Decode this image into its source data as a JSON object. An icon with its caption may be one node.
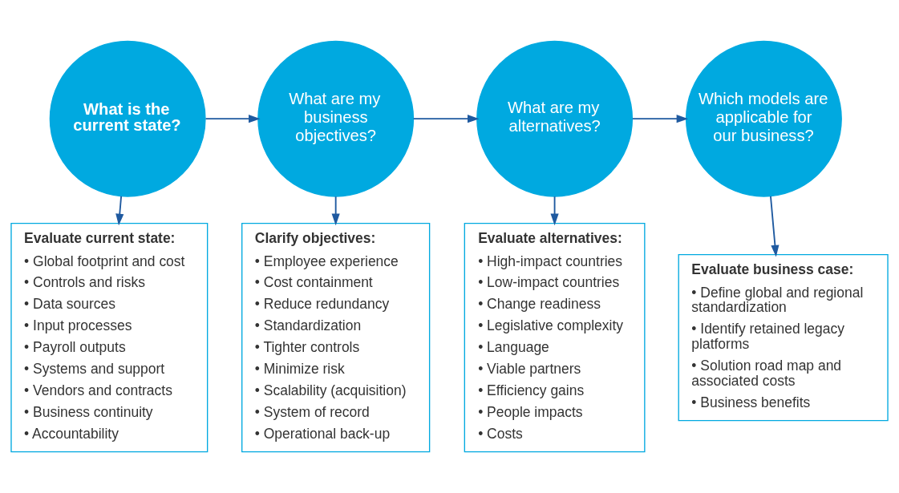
{
  "diagram": {
    "nodes": [
      {
        "text": [
          "What is the current state?"
        ]
      },
      {
        "text": [
          "What are my business objectives?"
        ]
      },
      {
        "text": [
          "What are my alternatives?"
        ]
      },
      {
        "text": [
          "Which models are applicable for our business?"
        ]
      },
      {
        "text": [
          "Evaluate current state:",
          "• Global footprint and cost",
          "• Controls and risks",
          "• Data sources",
          "• Input processes",
          "• Payroll outputs",
          "• Systems and support",
          "• Vendors and contracts",
          "• Business continuity",
          "• Accountability"
        ]
      },
      {
        "text": [
          "Clarify objectives:",
          "• Employee experience",
          "• Cost containment",
          "• Reduce redundancy",
          "• Standardization",
          "• Tighter controls",
          "• Minimize risk",
          "• Scalability (acquisition)",
          "• System of record",
          "• Operational back-up"
        ]
      },
      {
        "text": [
          "Evaluate alternatives:",
          "• High-impact countries",
          "• Low-impact countries",
          "• Change readiness",
          "• Legislative complexity",
          "• Language",
          "• Viable partners",
          "• Efficiency gains",
          "• People impacts",
          "• Costs"
        ]
      },
      {
        "text": [
          "Evaluate business case:",
          "• Define global and regional standardization",
          "• Identify retained legacy platforms",
          "• Solution road map and associated costs",
          "• Business benefits"
        ]
      }
    ],
    "edges": [
      {
        "from": 0,
        "to": 1,
        "arrow": "to"
      },
      {
        "from": 1,
        "to": 2,
        "arrow": "to"
      },
      {
        "from": 2,
        "to": 3,
        "arrow": "to"
      },
      {
        "from": 0,
        "to": 4,
        "arrow": "to"
      },
      {
        "from": 1,
        "to": 5,
        "arrow": "to"
      },
      {
        "from": 2,
        "to": 6,
        "arrow": "to"
      },
      {
        "from": 3,
        "to": 7,
        "arrow": "to"
      }
    ]
  }
}
